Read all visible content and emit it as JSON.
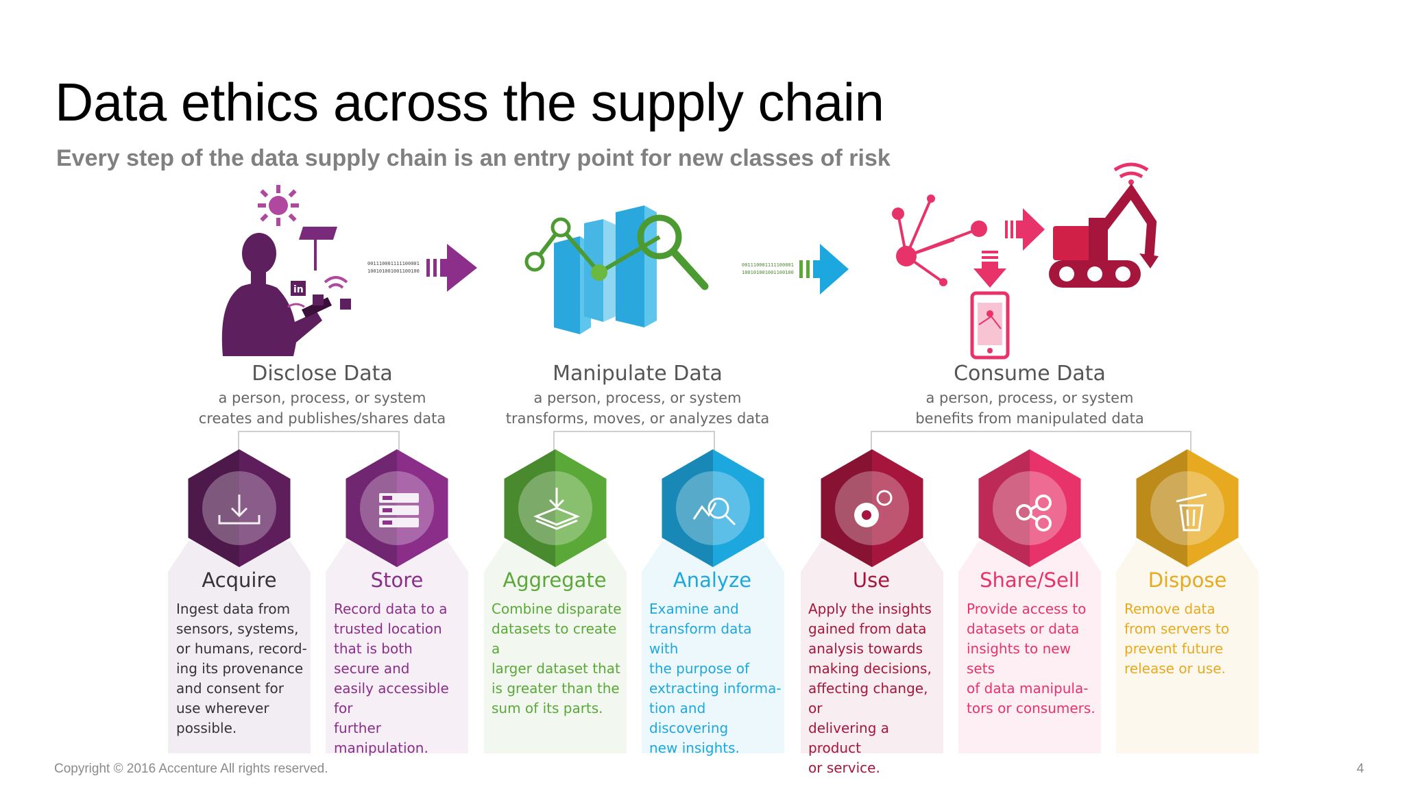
{
  "slide": {
    "title": "Data ethics across the supply chain",
    "subtitle": "Every step of the data supply chain is an entry point for new classes of risk"
  },
  "binary": {
    "line1": "001110001111100001",
    "line2": "100101001001100100"
  },
  "phases": [
    {
      "title": "Disclose Data",
      "desc1": "a person, process, or system",
      "desc2": "creates and publishes/shares data"
    },
    {
      "title": "Manipulate Data",
      "desc1": "a person, process, or system",
      "desc2": "transforms, moves, or analyzes data"
    },
    {
      "title": "Consume Data",
      "desc1": "a person, process, or system",
      "desc2": "benefits from manipulated data"
    }
  ],
  "steps": [
    {
      "name": "Acquire",
      "icon": "download-tray-icon",
      "color": "#5e1e5c",
      "lines": [
        "Ingest data from",
        "sensors, systems,",
        "or humans, record-",
        "ing its provenance",
        "and consent for",
        "use wherever",
        "possible."
      ]
    },
    {
      "name": "Store",
      "icon": "server-rack-icon",
      "color": "#8a2e8a",
      "lines": [
        "Record data to a",
        "trusted location",
        "that is both",
        "secure and",
        "easily accessible for",
        "further",
        "manipulation."
      ]
    },
    {
      "name": "Aggregate",
      "icon": "layers-icon",
      "color": "#5aa838",
      "lines": [
        "Combine disparate",
        "datasets to create a",
        "larger dataset that",
        "is greater than the",
        "sum of its parts."
      ]
    },
    {
      "name": "Analyze",
      "icon": "magnifier-chart-icon",
      "color": "#1da7df",
      "lines": [
        "Examine and",
        "transform data with",
        "the purpose of",
        "extracting informa-",
        "tion and discovering",
        "new insights."
      ]
    },
    {
      "name": "Use",
      "icon": "gears-icon",
      "color": "#a6163c",
      "lines": [
        "Apply the insights",
        "gained from data",
        "analysis towards",
        "making decisions,",
        "affecting change, or",
        "delivering a product",
        "or service."
      ]
    },
    {
      "name": "Share/Sell",
      "icon": "share-icon",
      "color": "#e8336a",
      "lines": [
        "Provide access to",
        "datasets or data",
        "insights to new sets",
        "of data manipula-",
        "tors or consumers."
      ]
    },
    {
      "name": "Dispose",
      "icon": "trash-can-icon",
      "color": "#e7a91f",
      "lines": [
        "Remove data",
        "from servers to",
        "prevent future",
        "release or use."
      ]
    }
  ],
  "footer": {
    "copyright": "Copyright © 2016 Accenture  All rights reserved.",
    "page": "4"
  }
}
